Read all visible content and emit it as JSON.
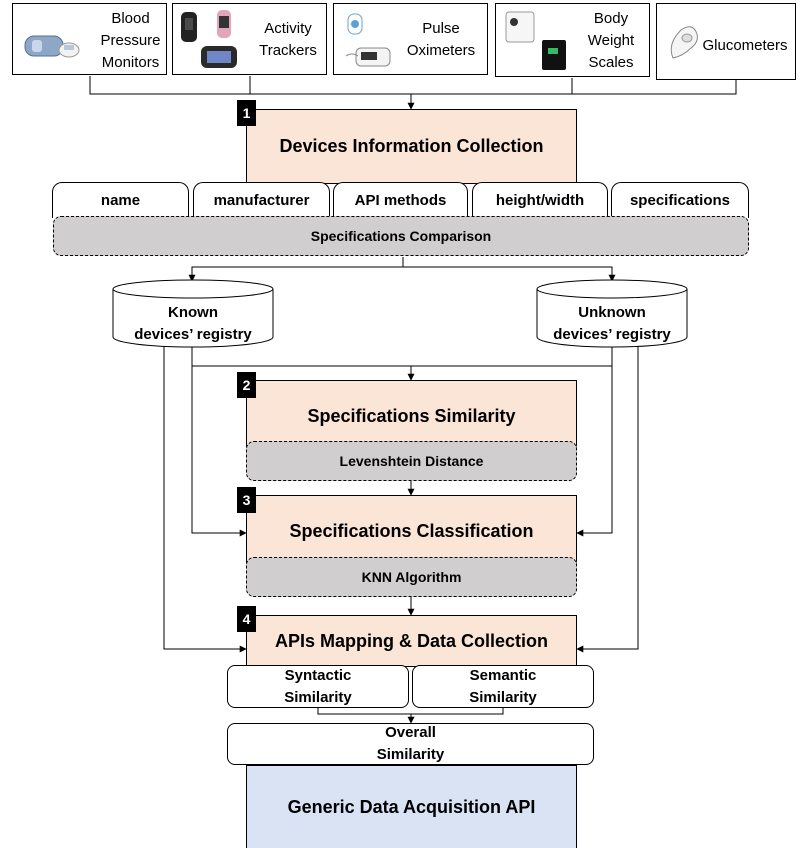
{
  "devices": {
    "blood_pressure": "Blood\nPressure\nMonitors",
    "activity_trackers": "Activity\nTrackers",
    "pulse_oximeters": "Pulse\nOximeters",
    "body_weight": "Body\nWeight\nScales",
    "glucometers": "Glucometers"
  },
  "steps": {
    "s1": {
      "num": "1",
      "title": "Devices Information Collection"
    },
    "s2": {
      "num": "2",
      "title": "Specifications Similarity",
      "sub": "Levenshtein Distance"
    },
    "s3": {
      "num": "3",
      "title": "Specifications Classification",
      "sub": "KNN Algorithm"
    },
    "s4": {
      "num": "4",
      "title": "APIs Mapping & Data Collection"
    }
  },
  "attributes": [
    "name",
    "manufacturer",
    "API methods",
    "height/width",
    "specifications"
  ],
  "comparison": "Specifications Comparison",
  "registries": {
    "known": "Known\ndevices’ registry",
    "unknown": "Unknown\ndevices’ registry"
  },
  "similarity": {
    "syntactic": "Syntactic\nSimilarity",
    "semantic": "Semantic\nSimilarity",
    "overall": "Overall\nSimilarity"
  },
  "api_box": "Generic Data Acquisition API"
}
